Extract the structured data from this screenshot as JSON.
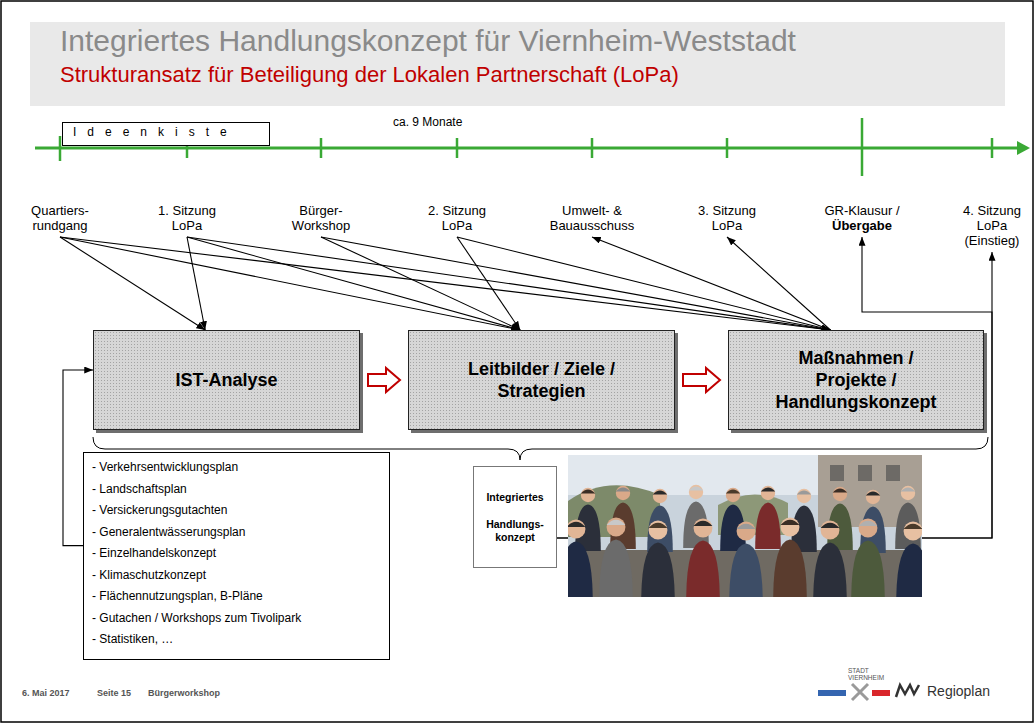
{
  "diagram": {
    "title": "Integriertes Handlungskonzept für Viernheim-Weststadt",
    "nodes": [
      {
        "text": [
          "Ideenkiste"
        ]
      },
      {
        "text": [
          "Quartiers- rundgang"
        ]
      },
      {
        "text": [
          "1. Sitzung LoPa"
        ]
      },
      {
        "text": [
          "Bürger- Workshop"
        ]
      },
      {
        "text": [
          "2. Sitzung LoPa"
        ]
      },
      {
        "text": [
          "Umwelt- & Bauausschuss"
        ]
      },
      {
        "text": [
          "3. Sitzung LoPa"
        ]
      },
      {
        "text": [
          "GR-Klausur /",
          "Übergabe"
        ]
      },
      {
        "text": [
          "4. Sitzung LoPa (Einstieg)"
        ]
      },
      {
        "text": [
          "IST-Analyse"
        ]
      },
      {
        "text": [
          "Leitbilder / Ziele / Strategien"
        ]
      },
      {
        "text": [
          "Maßnahmen / Projekte / Handlungskonzept"
        ]
      },
      {
        "text": [
          "- Verkehrsentwicklungsplan",
          "- Landschaftsplan",
          "- Versickerungsgutachten",
          "- Generalentwässerungsplan",
          "- Einzelhandelskonzept",
          "- Klimaschutzkonzept",
          "- Flächennutzungsplan, B-Pläne",
          "- Gutachen / Workshops zum Tivolipark",
          "- Statistiken, …"
        ]
      },
      {
        "text": [
          "Integriertes",
          "Handlungs- konzept"
        ]
      }
    ],
    "edges": [
      {
        "from": 1,
        "to": 9,
        "arrow": "to"
      },
      {
        "from": 1,
        "to": 10,
        "arrow": "to"
      },
      {
        "from": 1,
        "to": 11,
        "arrow": "to"
      },
      {
        "from": 2,
        "to": 9,
        "arrow": "to"
      },
      {
        "from": 2,
        "to": 10,
        "arrow": "to"
      },
      {
        "from": 2,
        "to": 11,
        "arrow": "to"
      },
      {
        "from": 3,
        "to": 10,
        "arrow": "to"
      },
      {
        "from": 3,
        "to": 11,
        "arrow": "to"
      },
      {
        "from": 4,
        "to": 10,
        "arrow": "to"
      },
      {
        "from": 4,
        "to": 11,
        "arrow": "to"
      },
      {
        "from": 11,
        "to": 5,
        "arrow": "to"
      },
      {
        "from": 11,
        "to": 6,
        "arrow": "to"
      },
      {
        "from": 13,
        "to": 7,
        "arrow": "to"
      },
      {
        "from": 13,
        "to": 8,
        "arrow": "to"
      },
      {
        "from": 12,
        "to": 9,
        "arrow": "to"
      },
      {
        "from": 9,
        "to": 10,
        "arrow": "to"
      },
      {
        "from": 10,
        "to": 11,
        "arrow": "to"
      }
    ],
    "labels": [
      "Strukturansatz für Beteiligung der Lokalen Partnerschaft (LoPa)",
      "ca. 9 Monate",
      "6. Mai 2017",
      "Seite 15",
      "Bürgerworkshop",
      "STADT VIERNHEIM",
      "Regioplan"
    ]
  }
}
